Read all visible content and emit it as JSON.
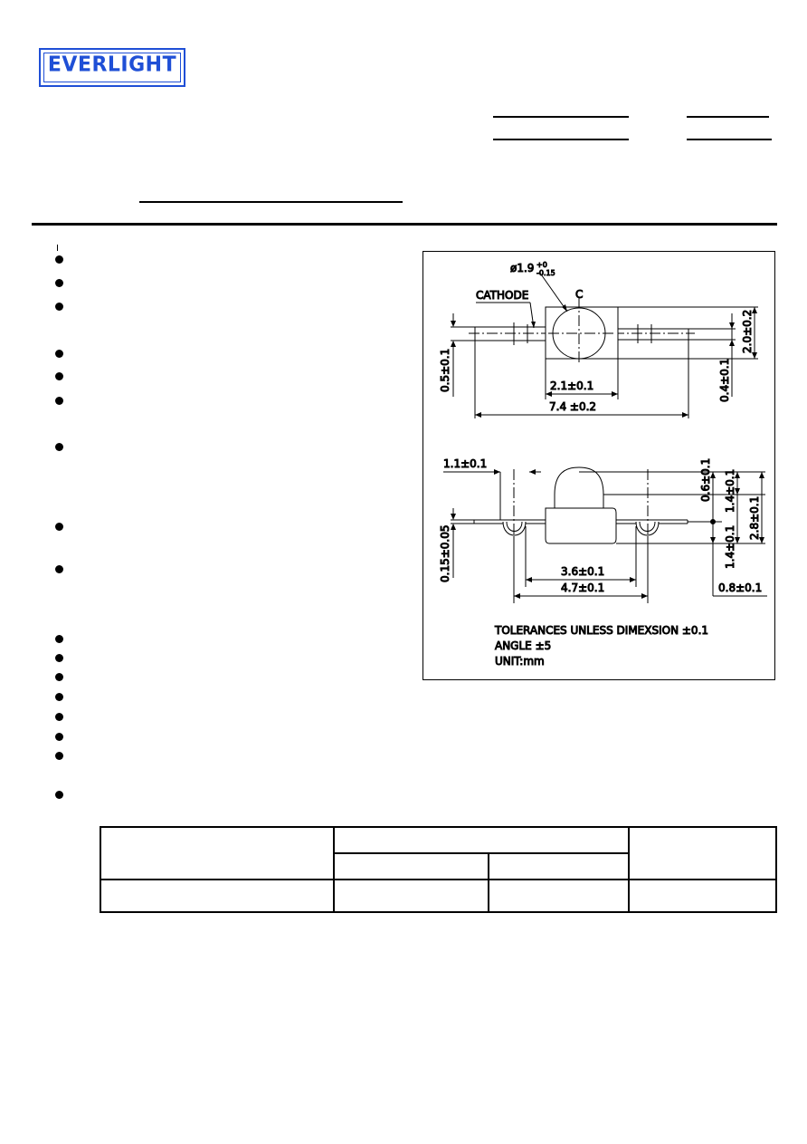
{
  "logo": {
    "text": "EVERLIGHT",
    "color": "#1f4fd6"
  },
  "drawing": {
    "top_view": {
      "lens_diameter": "ø1.9",
      "lens_tol_upper": "+0",
      "lens_tol_lower": "-0.15",
      "cathode_label": "CATHODE",
      "center_mark": "C",
      "dim_height": "2.0±0.2",
      "dim_lead_left": "0.5±0.1",
      "dim_lead_right": "0.4±0.1",
      "dim_body": "2.1±0.1",
      "dim_total": "7.4  ±0.2"
    },
    "side_view": {
      "dim_lead_offset": "1.1±0.1",
      "dim_dome": "0.6±0.1",
      "dim_upper": "1.4±0.1",
      "dim_height": "2.8±0.1",
      "dim_lower": "1.4±0.1",
      "dim_lead_thickness": "0.15±0.05",
      "dim_inner": "3.6±0.1",
      "dim_outer": "4.7±0.1",
      "dim_lead_end": "0.8±0.1"
    },
    "notes": [
      "TOLERANCES UNLESS DIMEXSION  ±0.1",
      "ANGLE  ±5",
      "UNIT:mm"
    ]
  }
}
